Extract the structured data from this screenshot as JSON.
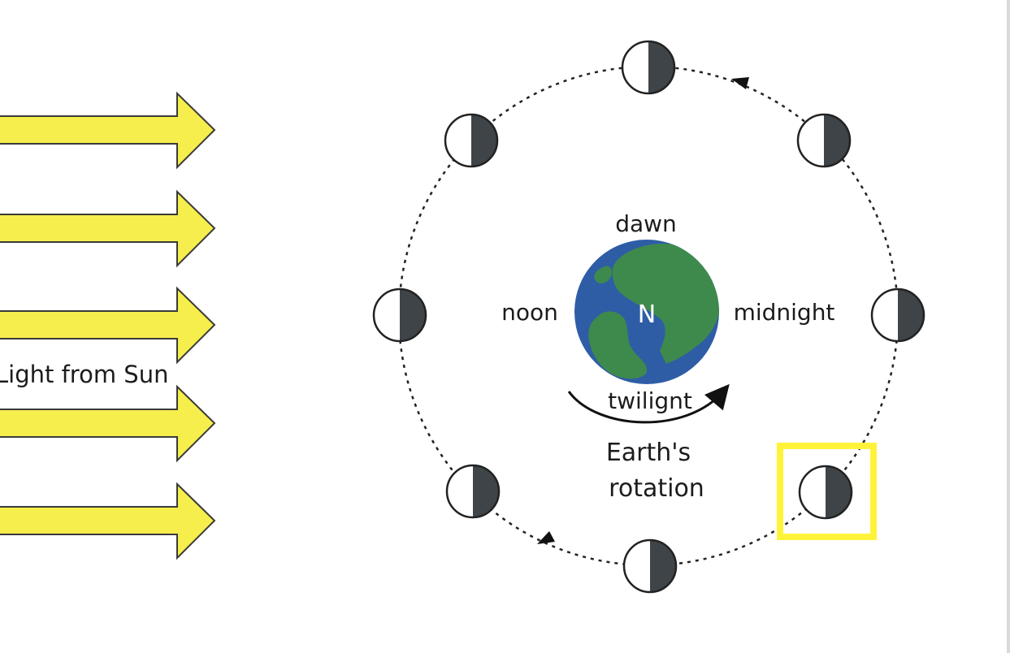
{
  "diagram": {
    "sunlight_label": "Light from Sun",
    "earth": {
      "pole_label": "N",
      "time_labels": {
        "top": "dawn",
        "left": "noon",
        "right": "midnight",
        "bottom": "twilignt"
      },
      "rotation_label_line1": "Earth's",
      "rotation_label_line2": "rotation"
    },
    "moon_count": 8,
    "highlighted_moon": "lower-right",
    "colors": {
      "arrow_fill": "#f6ee4c",
      "arrow_stroke": "#3a3a3a",
      "ocean": "#2e5da6",
      "land": "#3e8a4c",
      "moon_dark": "#3f4448",
      "highlight": "#fff33a",
      "orbit": "#222222"
    }
  }
}
